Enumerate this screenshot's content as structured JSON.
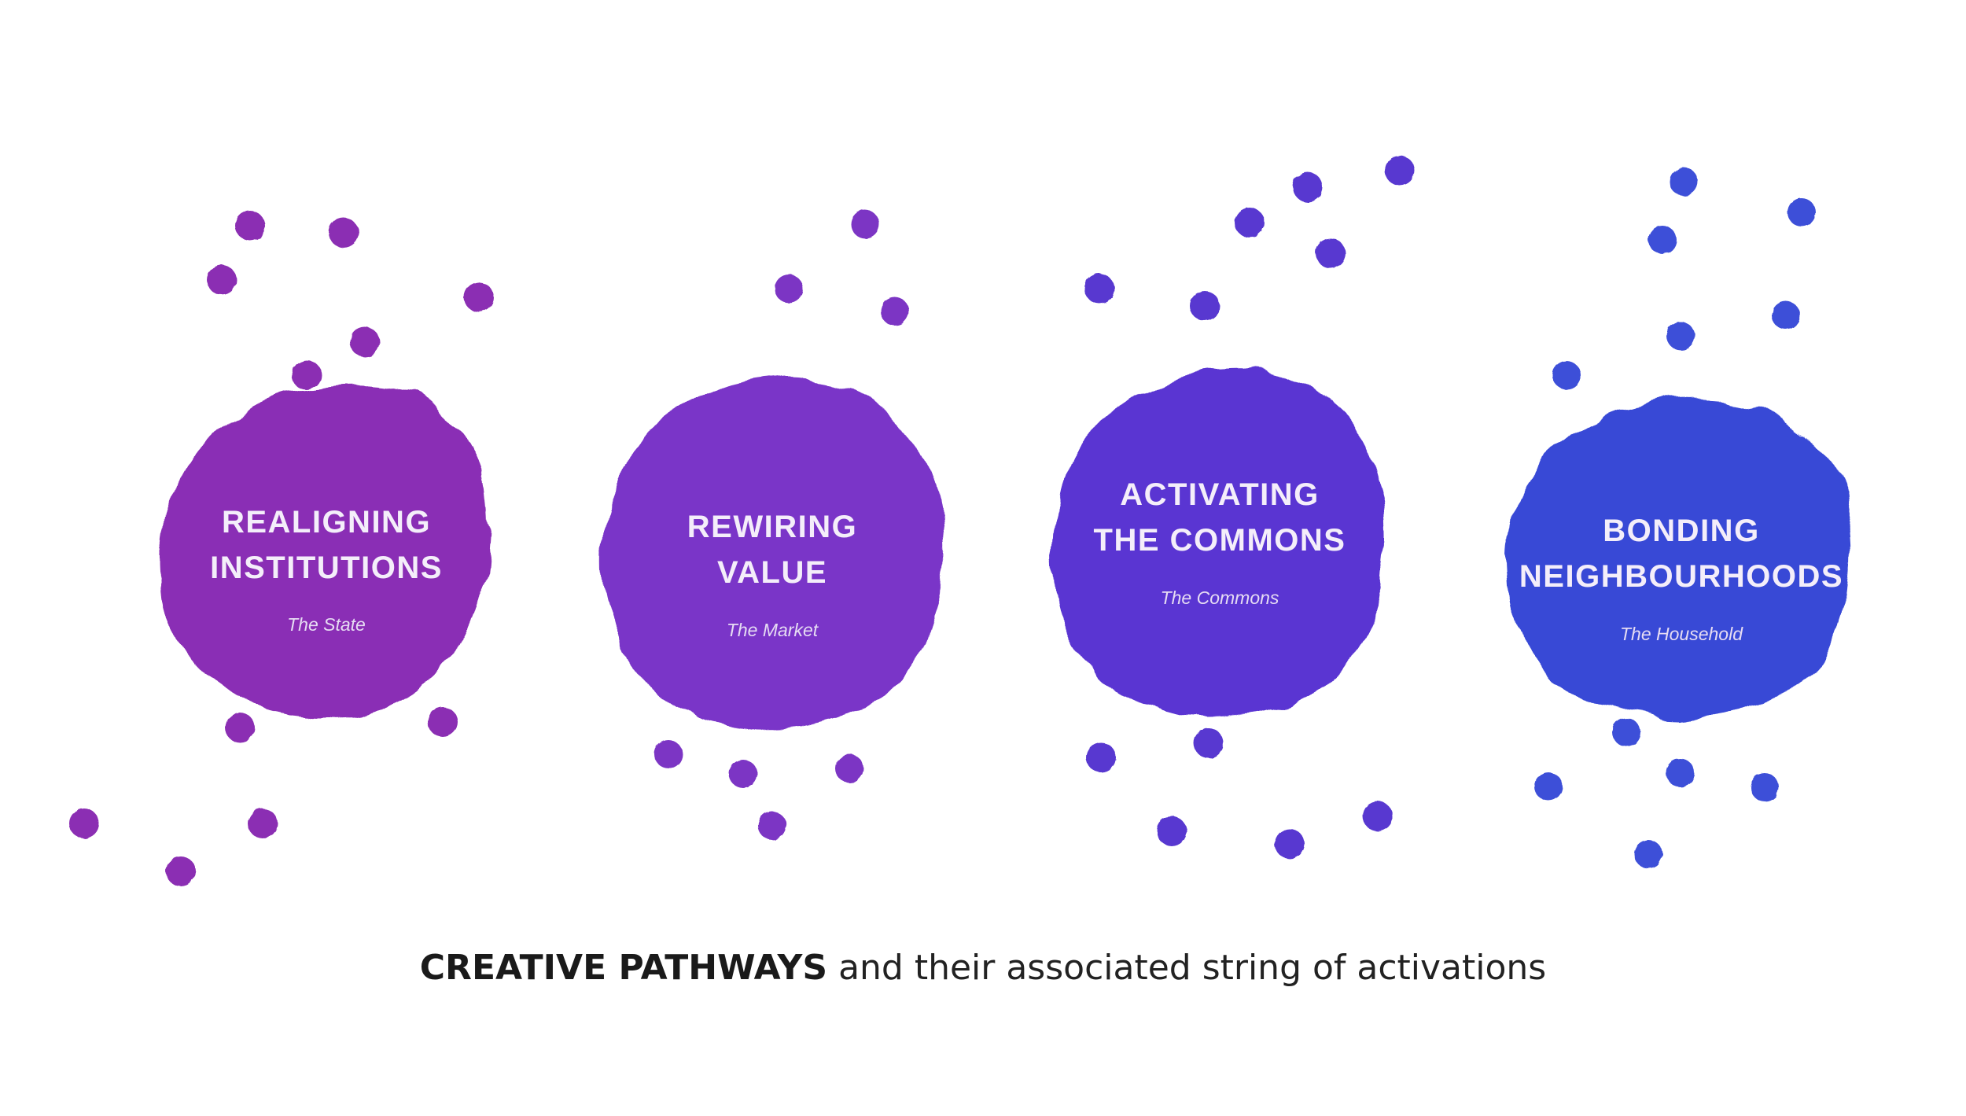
{
  "pathways": [
    {
      "title_lines": [
        "REALIGNING",
        "INSTITUTIONS"
      ],
      "subtitle": "The State",
      "color": "#8a2fb5",
      "dot_color": "#8b2fb3"
    },
    {
      "title_lines": [
        "REWIRING",
        "VALUE"
      ],
      "subtitle": "The Market",
      "color": "#7a36c8",
      "dot_color": "#7c35c4"
    },
    {
      "title_lines": [
        "ACTIVATING",
        "THE COMMONS"
      ],
      "subtitle": "The Commons",
      "color": "#5a35d2",
      "dot_color": "#5838d0"
    },
    {
      "title_lines": [
        "BONDING",
        "NEIGHBOURHOODS"
      ],
      "subtitle": "The Household",
      "color": "#3848d6",
      "dot_color": "#3e4fd8"
    }
  ],
  "caption": {
    "bold": "CREATIVE PATHWAYS",
    "rest": " and their associated string of activations"
  }
}
